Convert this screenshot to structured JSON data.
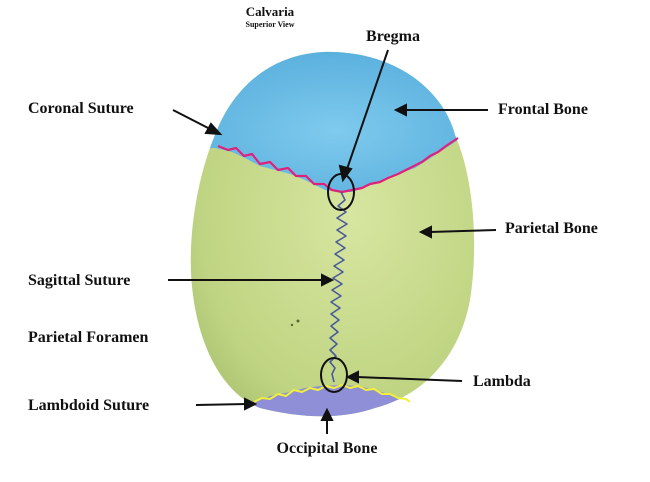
{
  "header": {
    "title": "Calvaria",
    "subtitle": "Superior View"
  },
  "labels": {
    "bregma": "Bregma",
    "coronal_suture": "Coronal Suture",
    "frontal_bone": "Frontal Bone",
    "parietal_bone": "Parietal Bone",
    "sagittal_suture": "Sagittal Suture",
    "parietal_foramen": "Parietal Foramen",
    "lambda": "Lambda",
    "lambdoid_suture": "Lambdoid Suture",
    "occipital_bone": "Occipital Bone"
  },
  "colors": {
    "frontal_bone": "#6cbde6",
    "parietal_bone": "#c5d98a",
    "occipital_bone": "#8e8fd6",
    "coronal_suture": "#e0207a",
    "lambdoid_suture": "#f2ef3a",
    "sagittal_suture": "#4a5a9a"
  }
}
